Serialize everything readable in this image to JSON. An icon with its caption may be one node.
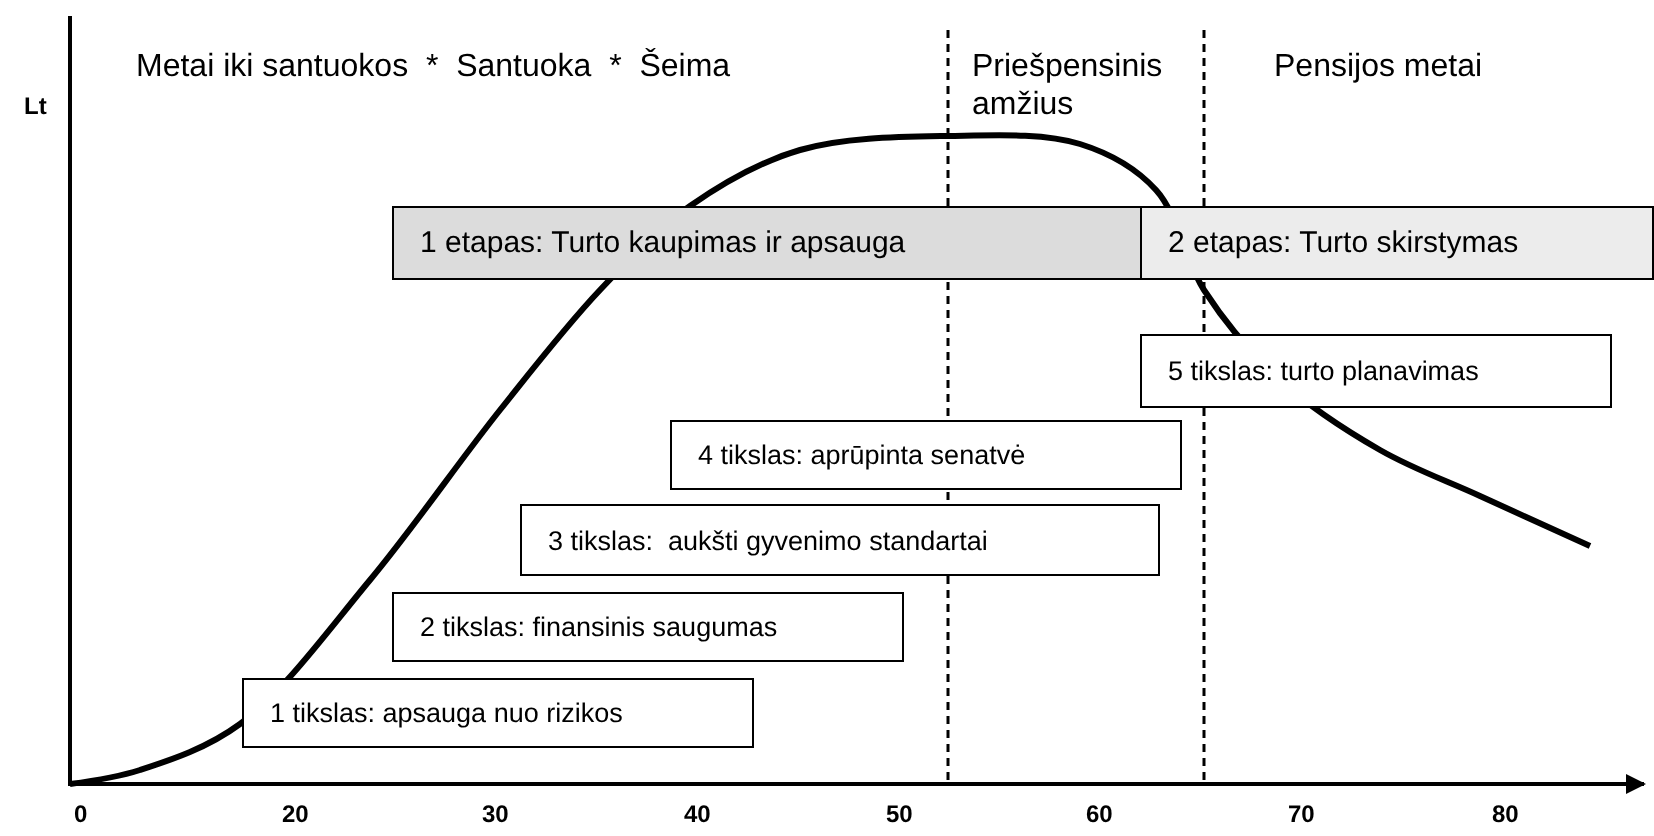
{
  "diagram": {
    "nodes": [
      {
        "text": [
          "1 etapas: Turto kaupimas ir apsauga"
        ]
      },
      {
        "text": [
          "2 etapas: Turto skirstymas"
        ]
      },
      {
        "text": [
          "5 tikslas: turto planavimas"
        ]
      },
      {
        "text": [
          "4 tikslas: aprūpinta senatvė"
        ]
      },
      {
        "text": [
          "3 tikslas:  aukšti gyvenimo standartai"
        ]
      },
      {
        "text": [
          "2 tikslas: finansinis saugumas"
        ]
      },
      {
        "text": [
          "1 tikslas: apsauga nuo rizikos"
        ]
      }
    ],
    "edges": [],
    "labels": [
      "Lt",
      "Metai iki santuokos  *  Santuoka  *  Šeima",
      "Priešpensinis amžius",
      "Pensijos metai",
      "0",
      "20",
      "30",
      "40",
      "50",
      "60",
      "70",
      "80"
    ]
  }
}
